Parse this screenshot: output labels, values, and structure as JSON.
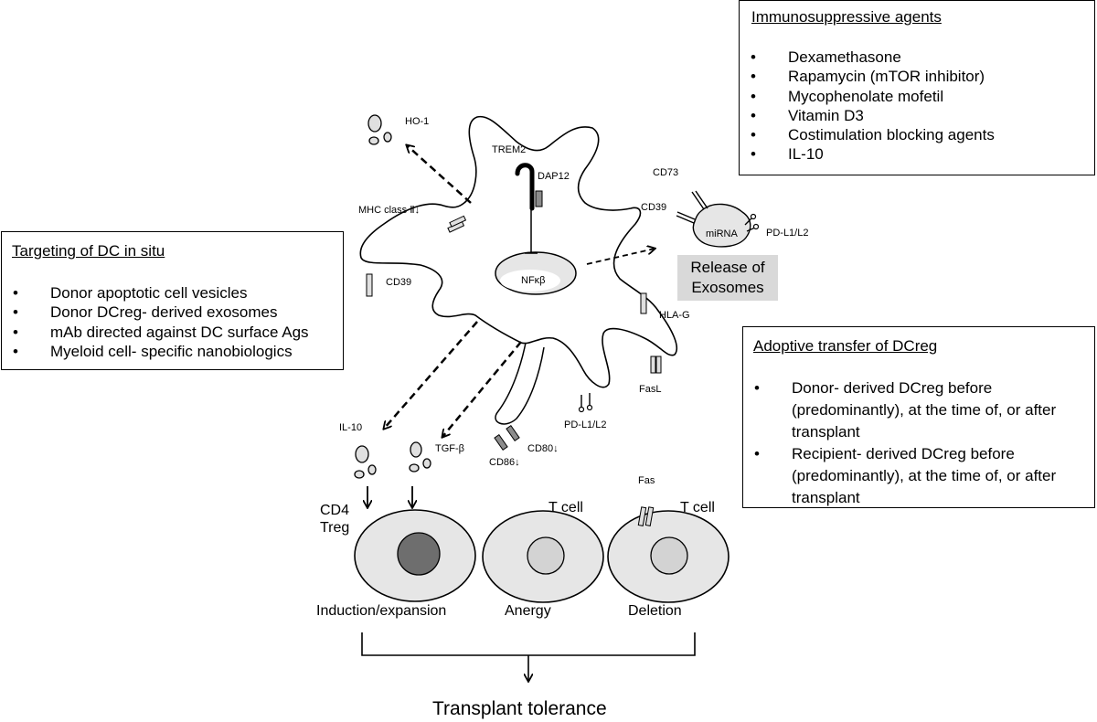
{
  "immunosuppressive": {
    "title": "Immunosuppressive agents",
    "items": [
      "Dexamethasone",
      "Rapamycin (mTOR inhibitor)",
      "Mycophenolate mofetil",
      "Vitamin D3",
      "Costimulation blocking agents",
      "IL-10"
    ]
  },
  "targeting": {
    "title": "Targeting of DC in situ",
    "items": [
      "Donor apoptotic cell vesicles",
      "Donor DCreg- derived exosomes",
      "mAb directed against DC surface Ags",
      "Myeloid cell- specific nanobiologics"
    ]
  },
  "adoptive": {
    "title": "Adoptive transfer of DCreg",
    "items": [
      "Donor- derived DCreg before (predominantly), at the time of, or after transplant",
      "Recipient- derived DCreg before (predominantly), at the time of, or after transplant"
    ]
  },
  "bullet": "•",
  "labels": {
    "ho1": "HO-1",
    "trem2": "TREM2",
    "dap12": "DAP12",
    "mhc": "MHC class Ⅱ↓",
    "cd39_cell": "CD39",
    "nfkb": "NFκβ",
    "cd73": "CD73",
    "cd39_exo": "CD39",
    "mirna": "miRNA",
    "pdl1_exo": "PD-L1/L2",
    "release": "Release of Exosomes",
    "hlag": "HLA-G",
    "fasl": "FasL",
    "pdl1_cell": "PD-L1/L2",
    "cd80": "CD80↓",
    "cd86": "CD86↓",
    "il10": "IL-10",
    "tgfb": "TGF-β",
    "fas": "Fas",
    "cd4": "CD4",
    "treg": "Treg",
    "tcell1": "T cell",
    "tcell2": "T cell",
    "outcome1": "Induction/expansion",
    "outcome2": "Anergy",
    "outcome3": "Deletion",
    "tolerance": "Transplant tolerance"
  }
}
